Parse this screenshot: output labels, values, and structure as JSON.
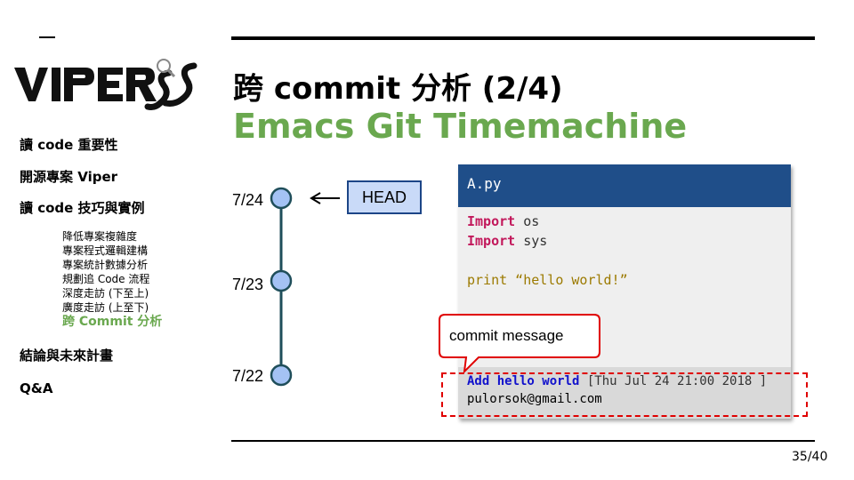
{
  "sidebar": {
    "logo_text": "VIPERS",
    "items": [
      {
        "label": "讀 code 重要性"
      },
      {
        "label": "開源專案 Viper"
      },
      {
        "label": "讀 code 技巧與實例"
      }
    ],
    "subitems": [
      {
        "label": "降低專案複雜度"
      },
      {
        "label": "專案程式邏輯建構"
      },
      {
        "label": "專案統計數據分析"
      },
      {
        "label": "規劃追 Code 流程"
      },
      {
        "label": "深度走訪 (下至上)"
      },
      {
        "label": "廣度走訪 (上至下)"
      },
      {
        "label": "跨 Commit 分析",
        "active": true
      }
    ],
    "items_after": [
      {
        "label": "結論與未來計畫"
      },
      {
        "label": "Q&A"
      }
    ]
  },
  "slide": {
    "title": "跨 commit 分析 (2/4)",
    "subtitle": "Emacs Git Timemachine",
    "page": "35/40"
  },
  "timeline": {
    "dates": [
      "7/24",
      "7/23",
      "7/22"
    ],
    "head_label": "HEAD",
    "node_fill": "#a4c2f4",
    "line_color": "#1f4e5a"
  },
  "editor": {
    "filename": "A.py",
    "lines": [
      {
        "kw": "Import",
        "rest": " os"
      },
      {
        "kw": "Import",
        "rest": " sys"
      },
      {
        "fn": "print",
        "rest": " “hello world!”"
      }
    ],
    "commit": {
      "message": "Add hello world",
      "date": " [Thu Jul 24 21:00 2018 ]",
      "author": "pulorsok@gmail.com"
    },
    "header_color": "#1f4e89"
  },
  "callout": {
    "text": "commit message",
    "border_color": "#e00000"
  },
  "colors": {
    "accent_green": "#6aa84f"
  }
}
